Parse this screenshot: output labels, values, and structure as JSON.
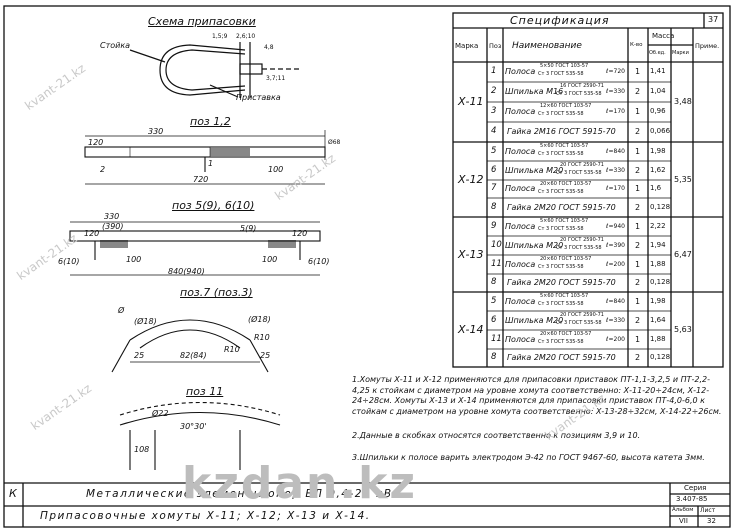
{
  "drawing": {
    "scheme_title": "Схема припасовки",
    "scheme_labels": {
      "stoika": "Стойка",
      "pristavka": "Приставка",
      "d1": "1,5;9",
      "d2": "2,6;10",
      "d3": "4,8",
      "d4": "3,7;11"
    },
    "poz12": {
      "title": "поз 1,2",
      "d330": "330",
      "d720": "720",
      "d120": "120",
      "d100": "100",
      "p1": "1",
      "p2": "2",
      "d68": "Ø68"
    },
    "poz5610": {
      "title": "поз 5(9), 6(10)",
      "d330": "330",
      "d390": "(390)",
      "d120": "120",
      "d100": "100",
      "d840": "840(940)",
      "p5": "5(9)",
      "p6l": "6(10)",
      "p6r": "6(10)"
    },
    "poz73": {
      "title": "поз.7 (поз.3)",
      "phi": "Ø",
      "phi18": "(Ø18)",
      "d82": "82(84)",
      "d25l": "25",
      "d25r": "25",
      "r10": "R10",
      "r10b": "R10"
    },
    "poz11": {
      "title": "поз 11",
      "phi22": "Ø22",
      "angle": "30°30'",
      "d108": "108"
    }
  },
  "spec": {
    "page_number": "37",
    "title": "Спецификация",
    "headers": {
      "marka": "Марка",
      "poz": "Поз",
      "name": "Наименование",
      "kol": "К-во",
      "massa": "Масса",
      "massa_ed": "Об.ед.",
      "massa_marki": "Марки",
      "prim": "Приме."
    },
    "groups": [
      {
        "mark": "Х-11",
        "total": "3,48",
        "rows": [
          {
            "poz": "1",
            "name": "Полоса",
            "gost_top": "5×50 ГОСТ 103-57",
            "gost_bot": "Ст 3 ГОСТ 535-58",
            "len": "ℓ=720",
            "qty": "1",
            "mass": "1,41"
          },
          {
            "poz": "2",
            "name": "Шпилька М16",
            "gost_top": "16 ГОСТ 2590-71",
            "gost_bot": "Ст 3 ГОСТ 535-58",
            "len": "ℓ=330",
            "qty": "2",
            "mass": "1,04"
          },
          {
            "poz": "3",
            "name": "Полоса",
            "gost_top": "12×60 ГОСТ 103-57",
            "gost_bot": "Ст 3 ГОСТ 535-58",
            "len": "ℓ=170",
            "qty": "1",
            "mass": "0,96"
          },
          {
            "poz": "4",
            "name": "Гайка 2М16 ГОСТ 5915-70",
            "gost_top": "",
            "gost_bot": "",
            "len": "",
            "qty": "2",
            "mass": "0,066"
          }
        ]
      },
      {
        "mark": "Х-12",
        "total": "5,35",
        "rows": [
          {
            "poz": "5",
            "name": "Полоса",
            "gost_top": "5×60 ГОСТ 103-57",
            "gost_bot": "Ст 3 ГОСТ 535-58",
            "len": "ℓ=840",
            "qty": "1",
            "mass": "1,98"
          },
          {
            "poz": "6",
            "name": "Шпилька М20",
            "gost_top": "20 ГОСТ 2590-71",
            "gost_bot": "Ст 3 ГОСТ 535-58",
            "len": "ℓ=330",
            "qty": "2",
            "mass": "1,62"
          },
          {
            "poz": "7",
            "name": "Полоса",
            "gost_top": "20×60 ГОСТ 103-57",
            "gost_bot": "Ст 3 ГОСТ 535-58",
            "len": "ℓ=170",
            "qty": "1",
            "mass": "1,6"
          },
          {
            "poz": "8",
            "name": "Гайка 2М20 ГОСТ 5915-70",
            "gost_top": "",
            "gost_bot": "",
            "len": "",
            "qty": "2",
            "mass": "0,128"
          }
        ]
      },
      {
        "mark": "Х-13",
        "total": "6,47",
        "rows": [
          {
            "poz": "9",
            "name": "Полоса",
            "gost_top": "5×60 ГОСТ 103-57",
            "gost_bot": "Ст 3 ГОСТ 535-58",
            "len": "ℓ=940",
            "qty": "1",
            "mass": "2,22"
          },
          {
            "poz": "10",
            "name": "Шпилька М20",
            "gost_top": "20 ГОСТ 2590-71",
            "gost_bot": "Ст 3 ГОСТ 535-58",
            "len": "ℓ=390",
            "qty": "2",
            "mass": "1,94"
          },
          {
            "poz": "11",
            "name": "Полоса",
            "gost_top": "20×60 ГОСТ 103-57",
            "gost_bot": "Ст 3 ГОСТ 535-58",
            "len": "ℓ=200",
            "qty": "1",
            "mass": "1,88"
          },
          {
            "poz": "8",
            "name": "Гайка 2М20 ГОСТ 5915-70",
            "gost_top": "",
            "gost_bot": "",
            "len": "",
            "qty": "2",
            "mass": "0,128"
          }
        ]
      },
      {
        "mark": "Х-14",
        "total": "5,63",
        "rows": [
          {
            "poz": "5",
            "name": "Полоса",
            "gost_top": "5×60 ГОСТ 103-57",
            "gost_bot": "Ст 3 ГОСТ 535-58",
            "len": "ℓ=840",
            "qty": "1",
            "mass": "1,98"
          },
          {
            "poz": "6",
            "name": "Шпилька М20",
            "gost_top": "20 ГОСТ 2590-71",
            "gost_bot": "Ст 3 ГОСТ 535-58",
            "len": "ℓ=330",
            "qty": "2",
            "mass": "1,64"
          },
          {
            "poz": "11",
            "name": "Полоса",
            "gost_top": "20×60 ГОСТ 103-57",
            "gost_bot": "Ст 3 ГОСТ 535-58",
            "len": "ℓ=200",
            "qty": "1",
            "mass": "1,88"
          },
          {
            "poz": "8",
            "name": "Гайка 2М20 ГОСТ 5915-70",
            "gost_top": "",
            "gost_bot": "",
            "len": "",
            "qty": "2",
            "mass": "0,128"
          }
        ]
      }
    ]
  },
  "notes": [
    "1.Хомуты Х-11 и Х-12 применяются для припасовки приставок ПТ-1,1-3,2,5 и ПТ-2,2-4,25 к стойкам с диаметром на уровне хомута соответственно: Х-11-20÷24см, Х-12-24÷28см. Хомуты Х-13 и Х-14 применяются для припасовки приставок ПТ-4,0-6,0 к стойкам с диаметром на уровне хомута соответственно: Х-13-28÷32см, Х-14-22÷26см.",
    "2.Данные в скобках относятся соответственно к позициям 3,9 и 10.",
    "3.Шпильки к полосе варить электродом Э-42 по ГОСТ 9467-60, высота катета 3мм."
  ],
  "stamp": {
    "mark_k": "К",
    "line1": "Металлические элементы опор ВЛ 0,4-20 кВ.",
    "line2": "Припасовочные хомуты Х-11; Х-12; Х-13 и Х-14.",
    "series_label": "Серия",
    "series_value": "3.407-85",
    "album_label": "Альбом",
    "album_value": "VII",
    "sheet_label": "Лист",
    "sheet_value": "32"
  },
  "watermarks": {
    "small": "kvant-21.kz",
    "big": "kzdan.kz"
  }
}
